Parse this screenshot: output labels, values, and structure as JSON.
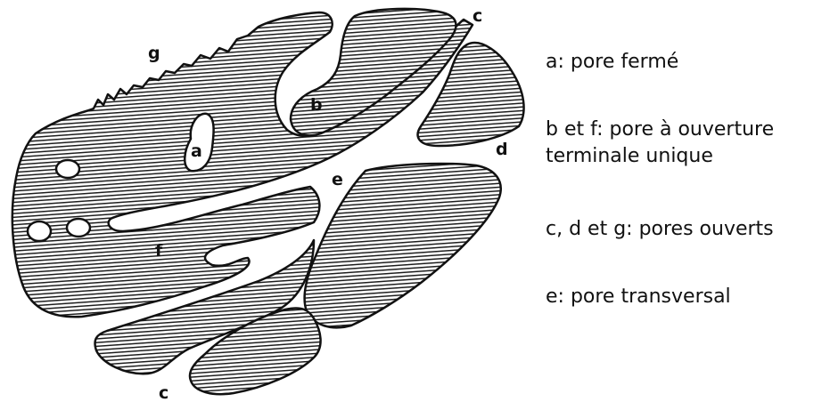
{
  "diagram": {
    "labels": {
      "a": "a",
      "b": "b",
      "c_top": "c",
      "c_bottom": "c",
      "d": "d",
      "e": "e",
      "f": "f",
      "g": "g"
    }
  },
  "legend": {
    "items": [
      "a: pore fermé",
      "b et f: pore à ouverture terminale unique",
      "c, d et g: pores ouverts",
      "e: pore transversal"
    ]
  }
}
